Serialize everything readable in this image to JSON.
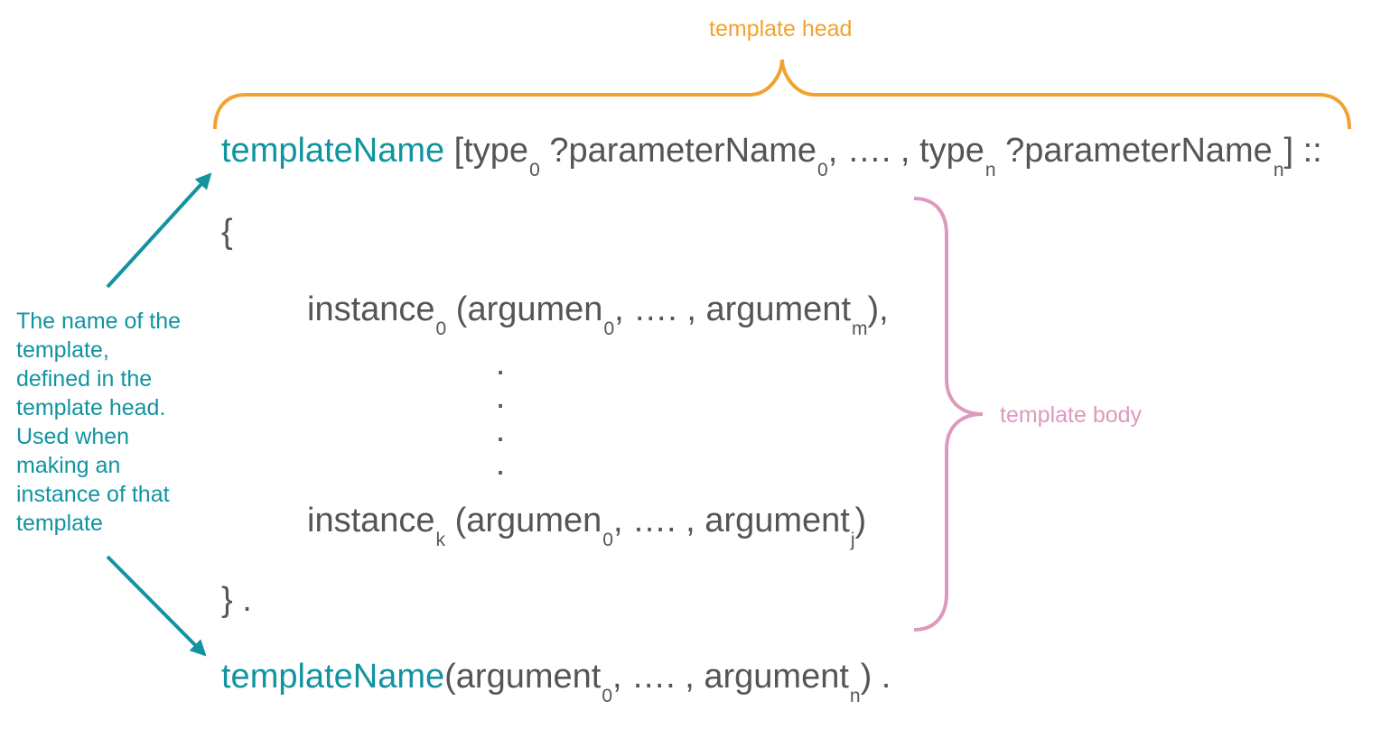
{
  "labels": {
    "template_head": "template head",
    "template_body": "template body"
  },
  "note": {
    "lines": [
      "The name of the",
      "template,",
      "defined in the",
      "template head.",
      "Used when",
      "making an",
      "instance of that",
      "template"
    ]
  },
  "head_line": {
    "name": "templateName",
    "open": " [type",
    "sub0": "0",
    "param0": " ?parameterName",
    "sub1": "0",
    "mid": ", …. , type",
    "sub2": "n",
    "param_n": " ?parameterName",
    "sub3": "n",
    "close": "] ::"
  },
  "open_brace": "{",
  "instance_first": {
    "name": "instance",
    "sub": "0",
    "args_open": " (argumen",
    "args_sub": "0",
    "args_mid": ", …. , argument",
    "args_end_sub": "m",
    "close": "),"
  },
  "dots": [
    ".",
    ".",
    ".",
    "."
  ],
  "instance_last": {
    "name": "instance",
    "sub": "k",
    "args_open": " (argumen",
    "args_sub": "0",
    "args_mid": ", …. , argument",
    "args_end_sub": "j",
    "close": ")"
  },
  "close_brace": "} .",
  "usage_line": {
    "name": "templateName",
    "args_open": "(argument",
    "args_sub": "0",
    "args_mid": ", …. , argument",
    "args_end_sub": "n",
    "close": ") ."
  },
  "colors": {
    "teal": "#1194a0",
    "orange": "#f2a22f",
    "pink": "#de9abd",
    "text": "#555555"
  }
}
